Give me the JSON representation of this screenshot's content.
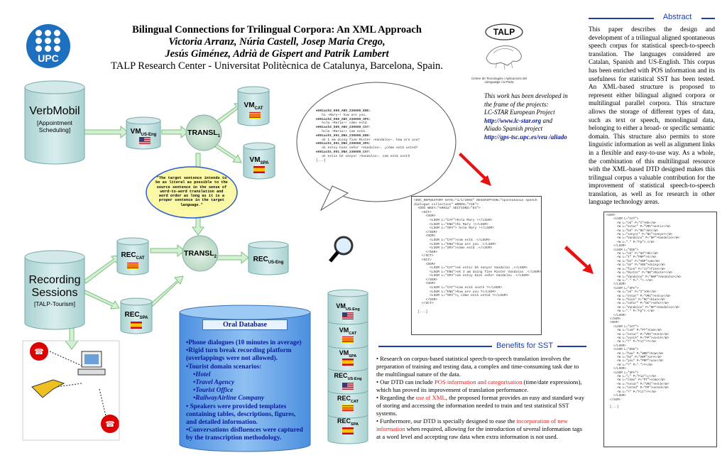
{
  "header": {
    "title": "Bilingual Connections for Trilingual Corpora: An XML Approach",
    "authors_line1": "Victoria Arranz, Núria Castell, Josep Maria Crego,",
    "authors_line2": "Jesús Giménez, Adrià de Gispert and Patrik Lambert",
    "institution": "TALP Research Center - Universitat Politècnica de Catalunya, Barcelona, Spain.",
    "upc_logo_text": "UPC",
    "talp_logo_text": "TALP",
    "talp_logo_caption": "Centre de Tecnologies i Aplicacions del Llenguatge i la Parla"
  },
  "abstract": {
    "heading": "Abstract",
    "text": "This paper describes the design and development of a trilingual aligned spontaneous speech corpus for statistical speech-to-speech translation. The languages considered are Catalan, Spanish and US-English. This corpus has been enriched with POS information and its usefulness for statistical SST has been tested. An XML-based structure is proposed to represent either bilingual aligned corpora or multilingual parallel corpora. This structure allows the storage of different types of data, such as text or speech, monolingual data, belonging to either a broad- or specific semantic domain. This structure also permits to store linguistic information as well as alignment links in a flexible and easy-to-use way. As a whole, the combination of this multilingual resource with the XML-based DTD designed makes this trilingual corpus a valuable contribution for the improvement of statistical speech-to-speech translation, as well as for research in other language technology areas."
  },
  "project_note": {
    "line1": "This work has been developed in the frame of the projects:",
    "line2": "LC-STAR European Project",
    "link1": "http://www.lc-star.org",
    "and": "and",
    "line3": "Aliado Spanish project",
    "link2": "http://gps-tsc.upc.es/veu /aliado"
  },
  "diagram": {
    "verbmobil": "VerbMobil",
    "verbmobil_sub": "[Appointment Scheduling]",
    "recording": "Recording Sessions",
    "recording_sub": "[TALP-Tourism]",
    "vm_us": "VM",
    "vm_us_sub": "US-Eng",
    "vm_cat": "VM",
    "vm_cat_sub": "CAT",
    "vm_spa": "VM",
    "vm_spa_sub": "SPA",
    "transl1": "TRANSL",
    "transl1_sub": "1",
    "transl2": "TRANSL",
    "transl2_sub": "2",
    "rec_cat": "REC",
    "rec_cat_sub": "CAT",
    "rec_spa": "REC",
    "rec_spa_sub": "SPA",
    "rec_us": "REC",
    "rec_us_sub": "US-Eng",
    "yellow_note": "\"The target sentence intends to be as literal as possible to the source sentence in the sense of word-to-word translation and word order as long as it is a proper sentence in the target language.\"",
    "stack": [
      {
        "main": "VM",
        "sub": "US-Eng",
        "flag": "us"
      },
      {
        "main": "VM",
        "sub": "CAT",
        "flag": "cat"
      },
      {
        "main": "VM",
        "sub": "SPA",
        "flag": "es"
      },
      {
        "main": "REC",
        "sub": "US-Eng",
        "flag": "us"
      },
      {
        "main": "REC",
        "sub": "CAT",
        "flag": "cat"
      },
      {
        "main": "REC",
        "sub": "SPA",
        "flag": "es"
      }
    ]
  },
  "bubble_text": [
    "e001ach2_000_ANV_230000_ENG:",
    "   hi ~Mary~! how are you.",
    "e001ach2_000_ANV_230000_SPA:",
    "   hola ~María~! cómo está.",
    "e001ach2_000_ANV_230000_CAT:",
    "   hola ~Maria~! com està.",
    "e001ach1_001_DNA_230000_ENG:",
    "   ok I am doing fine Mister ~Vandaloo~. how are you?",
    "e001ach1_001_DNA_230000_SPA:",
    "   ok estoy bien señor ~Vandaloo~. ¿cómo está usted?",
    "e001ach1_001_DNA_230000_CAT:",
    "   ok estic bé senyor ~Vandaloo~. com està vostè",
    "[...]"
  ],
  "xml_center": [
    "<DOC_REPOSITORY DATE=\"1/1/2004\" DESCRIPTION=\"spontaneous speech",
    "dialogue collection\" WORDS=\"726\">",
    "  <DOC WKEY=\"e001a\" SECTIONS=\"84\">",
    "    <SCT>",
    "      <SGM>",
    "        <LSGM L=\"CAT\">hola Mary !</LSGM>",
    "        <LSGM L=\"ENG\">hi Mary !</LSGM>",
    "        <LSGM L=\"SPA\"> hola Mary !</LSGM>",
    "      </SGM>",
    "      <SGM>",
    "        <LSGM L=\"CAT\">com està .</LSGM>",
    "        <LSGM L=\"ENG\">how are you .</LSGM>",
    "        <LSGM L=\"SPA\">cómo está .</LSGM>",
    "      </SGM>",
    "    </SCT>",
    "    <SCT>",
    "      <SGM>",
    "        <LSGM L=\"CAT\">ok estic bé senyor Vandaloo .</LSGM>",
    "        <LSGM L=\"ENG\">ok I am doing fine Mister Vandaloo .</LSGM>",
    "        <LSGM L=\"SPA\">ok estoy bien señor Vandaloo .</LSGM>",
    "      </SGM>",
    "      <SGM>",
    "        <LSGM L=\"CAT\">com està vostè ?</LSGM>",
    "        <LSGM L=\"ENG\">how are you ?</LSGM>",
    "        <LSGM L=\"SPA\">¿ cómo está usted ?</LSGM>",
    "      </SGM>",
    "    </SCT>",
    "",
    "  [...]"
  ],
  "xml_right": [
    "<SGM>",
    "    <LSGM L=\"CAT\">",
    "      <W L=\"ok\" P=\"I\">Ok</W>",
    "      <W L=\"estar\" P=\"VMI\">estic</W>",
    "      <W L=\"bé\" P=\"RG\">bé</W>",
    "      <W L=\"senyor\" P=\"NC\">senyor</W>",
    "      <W L=\"Vandaloo\" P=\"NP\">Vandaloo</W>",
    "      <W L=\".\" P=\"Fp\">.</W>",
    "    </LSGM>",
    "    <LSGM L=\"ENG\">",
    "      <W L=\"ok\" P=\"UH\">Ok</W>",
    "      <W L=\"I\" P=\"PRP\">I</W>",
    "      <W L=\"be\" P=\"VBP\">am</W>",
    "      <W L=\"do\" P=\"VBG\">doing</W>",
    "      <W L=\"fine\" P=\"JJ\">fine</W>",
    "      <W L=\"Mister\" P=\"NN\">Mister</W>",
    "      <W L=\"Vandaloo\" P=\"NNP\">Vandaloo</W>",
    "      <W L=\".\" P=\".\">.</W>",
    "    </LSGM>",
    "    <LSGM L=\"SPA\">",
    "      <W L=\"ok\" P=\"I\">Ok</W>",
    "      <W L=\"estar\" P=\"VMI\">estoy</W>",
    "      <W L=\"bien\" P=\"RG\">bien</W>",
    "      <W L=\"señor\" P=\"NC\">señor</W>",
    "      <W L=\"Vandaloo\" P=\"NP\">Vandaloo</W>",
    "      <W L=\".\" P=\"Fp\">.</W>",
    "    </LSGM>",
    "  </SGM>",
    "  <SGM>",
    "    <LSGM L=\"CAT\">",
    "      <W L=\"com\" P=\"PT\">Com</W>",
    "      <W L=\"estar\" P=\"VMI\">està</W>",
    "      <W L=\"vostè\" P=\"PP\">vostè</W>",
    "      <W L=\"?\" P=\"Fit\">?</W>",
    "    </LSGM>",
    "    <LSGM L=\"ENG\">",
    "      <W L=\"how\" P=\"WRB\">how</W>",
    "      <W L=\"be\" P=\"VBP\">are</W>",
    "      <W L=\"you\" P=\"PRP\">you</W>",
    "      <W L=\"?\" P=\".\">?</W>",
    "    </LSGM>",
    "    <LSGM L=\"SPA\">",
    "      <W L=\"¿\" P=\"Fia\">¿</W>",
    "      <W L=\"cómo\" P=\"PT\">cómo</W>",
    "      <W L=\"estar\" P=\"VMI\">está</W>",
    "      <W L=\"usted\" P=\"PP\">usted</W>",
    "      <W L=\"?\" P=\"Fit\">?</W>",
    "    </LSGM>",
    "  </SGM>",
    "",
    "  [...]"
  ],
  "oral_database": {
    "heading": "Oral Database",
    "items": [
      "•Phone dialogues (10 minutes in average)",
      "•Rigid turn break recording platform (overlappings were not allowed).",
      "•Tourist domain scenarios:"
    ],
    "scenarios": [
      "•Hotel",
      "•Travel Agency",
      "•Tourist Office",
      "•RailwayAirline Company"
    ],
    "items2": [
      "• Speakers were provided templates containing tables, descriptions, figures, and detailed information.",
      "•Conversations disfluences were captured by the transcription methodology."
    ]
  },
  "benefits": {
    "heading": "Benefits for SST",
    "b1": "• Research on corpus-based statistical speech-to-speech translation involves the preparation of training and testing data, a complex and time-consuming task due to the multilingual nature of the data.",
    "b2_pre": "• Our DTD can include ",
    "b2_hl": "POS information and categorisation",
    "b2_post": " (time/date expressions), which has proved its improvement of translation performance.",
    "b3_pre": "• Regarding the ",
    "b3_hl": "use of  XML",
    "b3_post": ", the proposed format provides an easy and standard way of storing and accessing the information needed to train and test statistical SST systems.",
    "b4_pre": "• Furthermore, our DTD is specially designed to ease the ",
    "b4_hl": "incorporation of new information",
    "b4_post": " when required, allowing for the introduction of several information tags at a word level and accepting raw data when extra information is not used."
  },
  "colors": {
    "accent_blue": "#1a3fa8",
    "highlight_red": "#e02020",
    "cylinder_teal": "#c4e1e1",
    "node_green": "#cfe5d5",
    "oral_blue": "#6fa7e8"
  }
}
